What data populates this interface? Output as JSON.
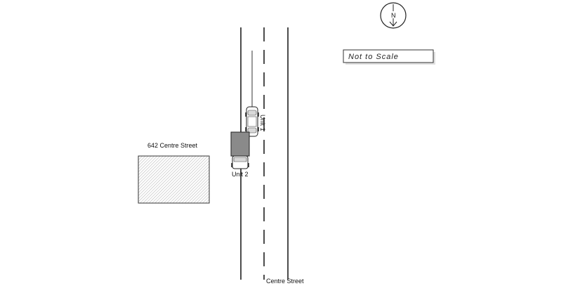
{
  "diagram": {
    "street_label": "Centre Street",
    "building_label": "642 Centre Street",
    "unit1_label": "Unit 1",
    "unit2_label": "Unit 2",
    "north_label": "N",
    "scale_note": "Not to Scale"
  },
  "colors": {
    "line": "#111111",
    "truck_box": "#8a8a8a",
    "hatch": "#c8c8c8"
  },
  "icons": {
    "north_arrow": "north-arrow-icon",
    "car": "car-icon",
    "truck": "truck-icon"
  }
}
